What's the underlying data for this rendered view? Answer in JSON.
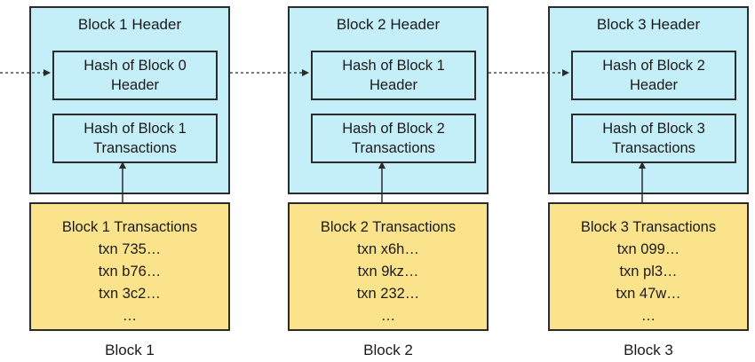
{
  "blocks": [
    {
      "header_title": "Block 1 Header",
      "prev_hash": [
        "Hash of Block 0",
        "Header"
      ],
      "tx_hash": [
        "Hash of Block 1",
        "Transactions"
      ],
      "tx_title": "Block 1 Transactions",
      "txns": [
        "txn 735…",
        "txn b76…",
        "txn 3c2…",
        "…"
      ],
      "label": "Block 1"
    },
    {
      "header_title": "Block 2 Header",
      "prev_hash": [
        "Hash of Block 1",
        "Header"
      ],
      "tx_hash": [
        "Hash of Block 2",
        "Transactions"
      ],
      "tx_title": "Block 2 Transactions",
      "txns": [
        "txn x6h…",
        "txn 9kz…",
        "txn 232…",
        "…"
      ],
      "label": "Block 2"
    },
    {
      "header_title": "Block 3 Header",
      "prev_hash": [
        "Hash of Block 2",
        "Header"
      ],
      "tx_hash": [
        "Hash of Block 3",
        "Transactions"
      ],
      "tx_title": "Block 3 Transactions",
      "txns": [
        "txn 099…",
        "txn pl3…",
        "txn 47w…",
        "…"
      ],
      "label": "Block 3"
    }
  ],
  "colors": {
    "header_fill": "#c4eef8",
    "transactions_fill": "#fbe38b",
    "stroke": "#2b2b2b"
  }
}
